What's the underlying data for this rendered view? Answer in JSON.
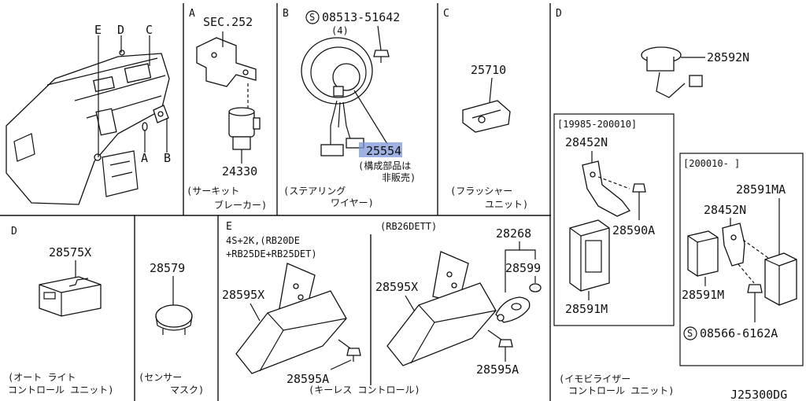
{
  "panels": {
    "overview": {
      "letters": [
        "E",
        "D",
        "C",
        "A",
        "B"
      ]
    },
    "a": {
      "letter": "A",
      "ref": "SEC.252",
      "part": "24330",
      "caption_1": "(サーキット",
      "caption_2": "ブレーカー)"
    },
    "b": {
      "letter": "B",
      "bolt": "08513-51642",
      "qty": "(4)",
      "part": "25554",
      "note_1": "(構成部品は",
      "note_2": "非販売)",
      "caption_1": "(ステアリング",
      "caption_2": "ワイヤー)"
    },
    "c": {
      "letter": "C",
      "part": "25710",
      "caption_1": "(フラッシャー",
      "caption_2": "ユニット)"
    },
    "d_top": {
      "letter": "D",
      "part": "28592N"
    },
    "d_left": {
      "range": "[19985-200010]",
      "bracket_part": "28452N",
      "bolt_part": "28590A",
      "unit_part": "28591M"
    },
    "d_right": {
      "range": "[200010-     ]",
      "antenna_part": "28591MA",
      "bracket_part": "28452N",
      "unit_part": "28591M",
      "bolt": "08566-6162A"
    },
    "d_caption_1": "(イモビライザー",
    "d_caption_2": "コントロール ユニット)",
    "d_bottom": {
      "letter": "D",
      "part": "28575X",
      "caption_1": "(オート ライト",
      "caption_2": "コントロール ユニット)"
    },
    "sensor": {
      "part": "28579",
      "caption_1": "(センサー",
      "caption_2": "マスク)"
    },
    "e": {
      "letter": "E",
      "spec_1": "4S+2K,(RB20DE",
      "spec_2": "+RB25DE+RB25DET)",
      "spec_3": "(RB26DETT)",
      "left_part": "28595X",
      "left_bolt": "28595A",
      "right_part": "28595X",
      "right_bolt": "28595A",
      "key_part": "28268",
      "battery_part": "28599",
      "caption": "(キーレス コントロール)"
    }
  },
  "diagram_code": "J25300DG"
}
